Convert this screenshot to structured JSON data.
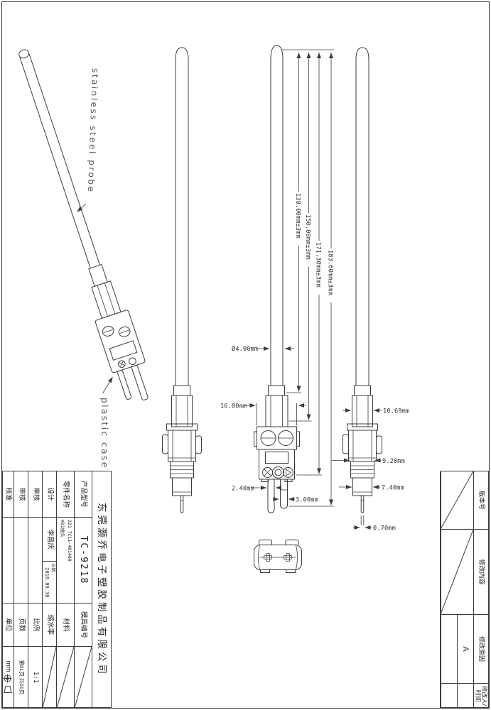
{
  "sheet": {
    "colors": {
      "line": "#3c3c3c",
      "text": "#2e2e2e",
      "background": "#ffffff"
    },
    "labels": {
      "probe_material": "stainless steel probe",
      "case_material": "plastic case"
    },
    "dimensions": {
      "len_138": "138.00mm±3mm",
      "len_150": "150.00mm±3mm",
      "len_171": "171.30mm±3mm",
      "len_183": "183.60mm±3mm",
      "probe_diameter": "Ø4.00mm",
      "connector_width": "16.00mm",
      "pin_left_width": "2.40mm",
      "pin_right_width": "3.00mm",
      "side_hex_width": "10.69mm",
      "side_ring_width": "9.20mm",
      "side_block_width": "7.40mm",
      "side_pin_width": "0.70mm"
    }
  },
  "title_block": {
    "company": "东莞灏乔电子塑胶制品有限公司",
    "product_model_label": "产品型号",
    "product_model": "TC-9218",
    "part_name_label": "零件名称",
    "part_name_line1": "221 TC11-401480",
    "part_name_line2": "K01插头",
    "design_label": "设计",
    "designer": "李昌庆",
    "date_label": "日期",
    "date": "2010.09.30",
    "review1_label": "审核",
    "review2_label": "审核",
    "approve_label": "核准",
    "mold_no_label": "模具编号",
    "material_label": "材料",
    "shrinkage_label": "缩水率",
    "scale_label": "比例",
    "scale_value": "1:1",
    "pages_label": "页数",
    "pages_value": "第01页 共01页",
    "unit_label": "单位",
    "unit_value": "mm"
  },
  "revision_block": {
    "version_label": "版本号",
    "version_value": "A",
    "content_label": "修改内容",
    "reason_label": "修改原因",
    "modifier_label": "修改人/时间"
  }
}
